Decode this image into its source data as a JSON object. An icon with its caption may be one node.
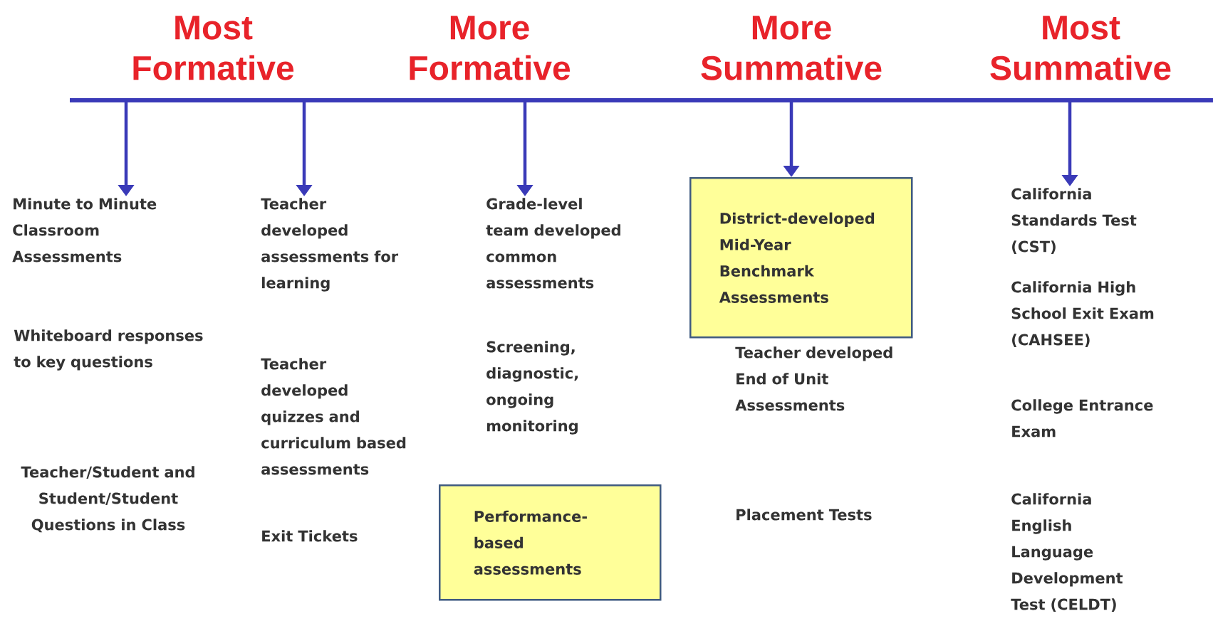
{
  "diagram": {
    "nodes": [
      {
        "text": [
          "Minute to Minute Classroom Assessments"
        ]
      },
      {
        "text": [
          "Teacher developed assessments for learning"
        ]
      },
      {
        "text": [
          "Grade-level team developed common assessments"
        ]
      },
      {
        "text": [
          "District-developed Mid-Year Benchmark Assessments"
        ]
      },
      {
        "text": [
          "California Standards Test (CST)"
        ]
      },
      {
        "text": [
          "Performance-based assessments"
        ]
      }
    ],
    "edges": [
      {
        "from": null,
        "to": 0,
        "arrow": "to"
      },
      {
        "from": null,
        "to": 1,
        "arrow": "to"
      },
      {
        "from": null,
        "to": 2,
        "arrow": "to"
      },
      {
        "from": null,
        "to": 3,
        "arrow": "to"
      },
      {
        "from": null,
        "to": 4,
        "arrow": "to"
      }
    ],
    "labels": [
      "Most Formative",
      "More Formative",
      "More Summative",
      "Most Summative",
      "Whiteboard responses to key questions",
      "Teacher/Student and Student/Student Questions in Class",
      "Teacher developed quizzes and curriculum based assessments",
      "Exit Tickets",
      "Screening, diagnostic, ongoing monitoring",
      "Teacher developed End of Unit Assessments",
      "Placement Tests",
      "California High School Exit Exam (CAHSEE)",
      "College Entrance Exam",
      "California English Language Development Test (CELDT)"
    ]
  }
}
